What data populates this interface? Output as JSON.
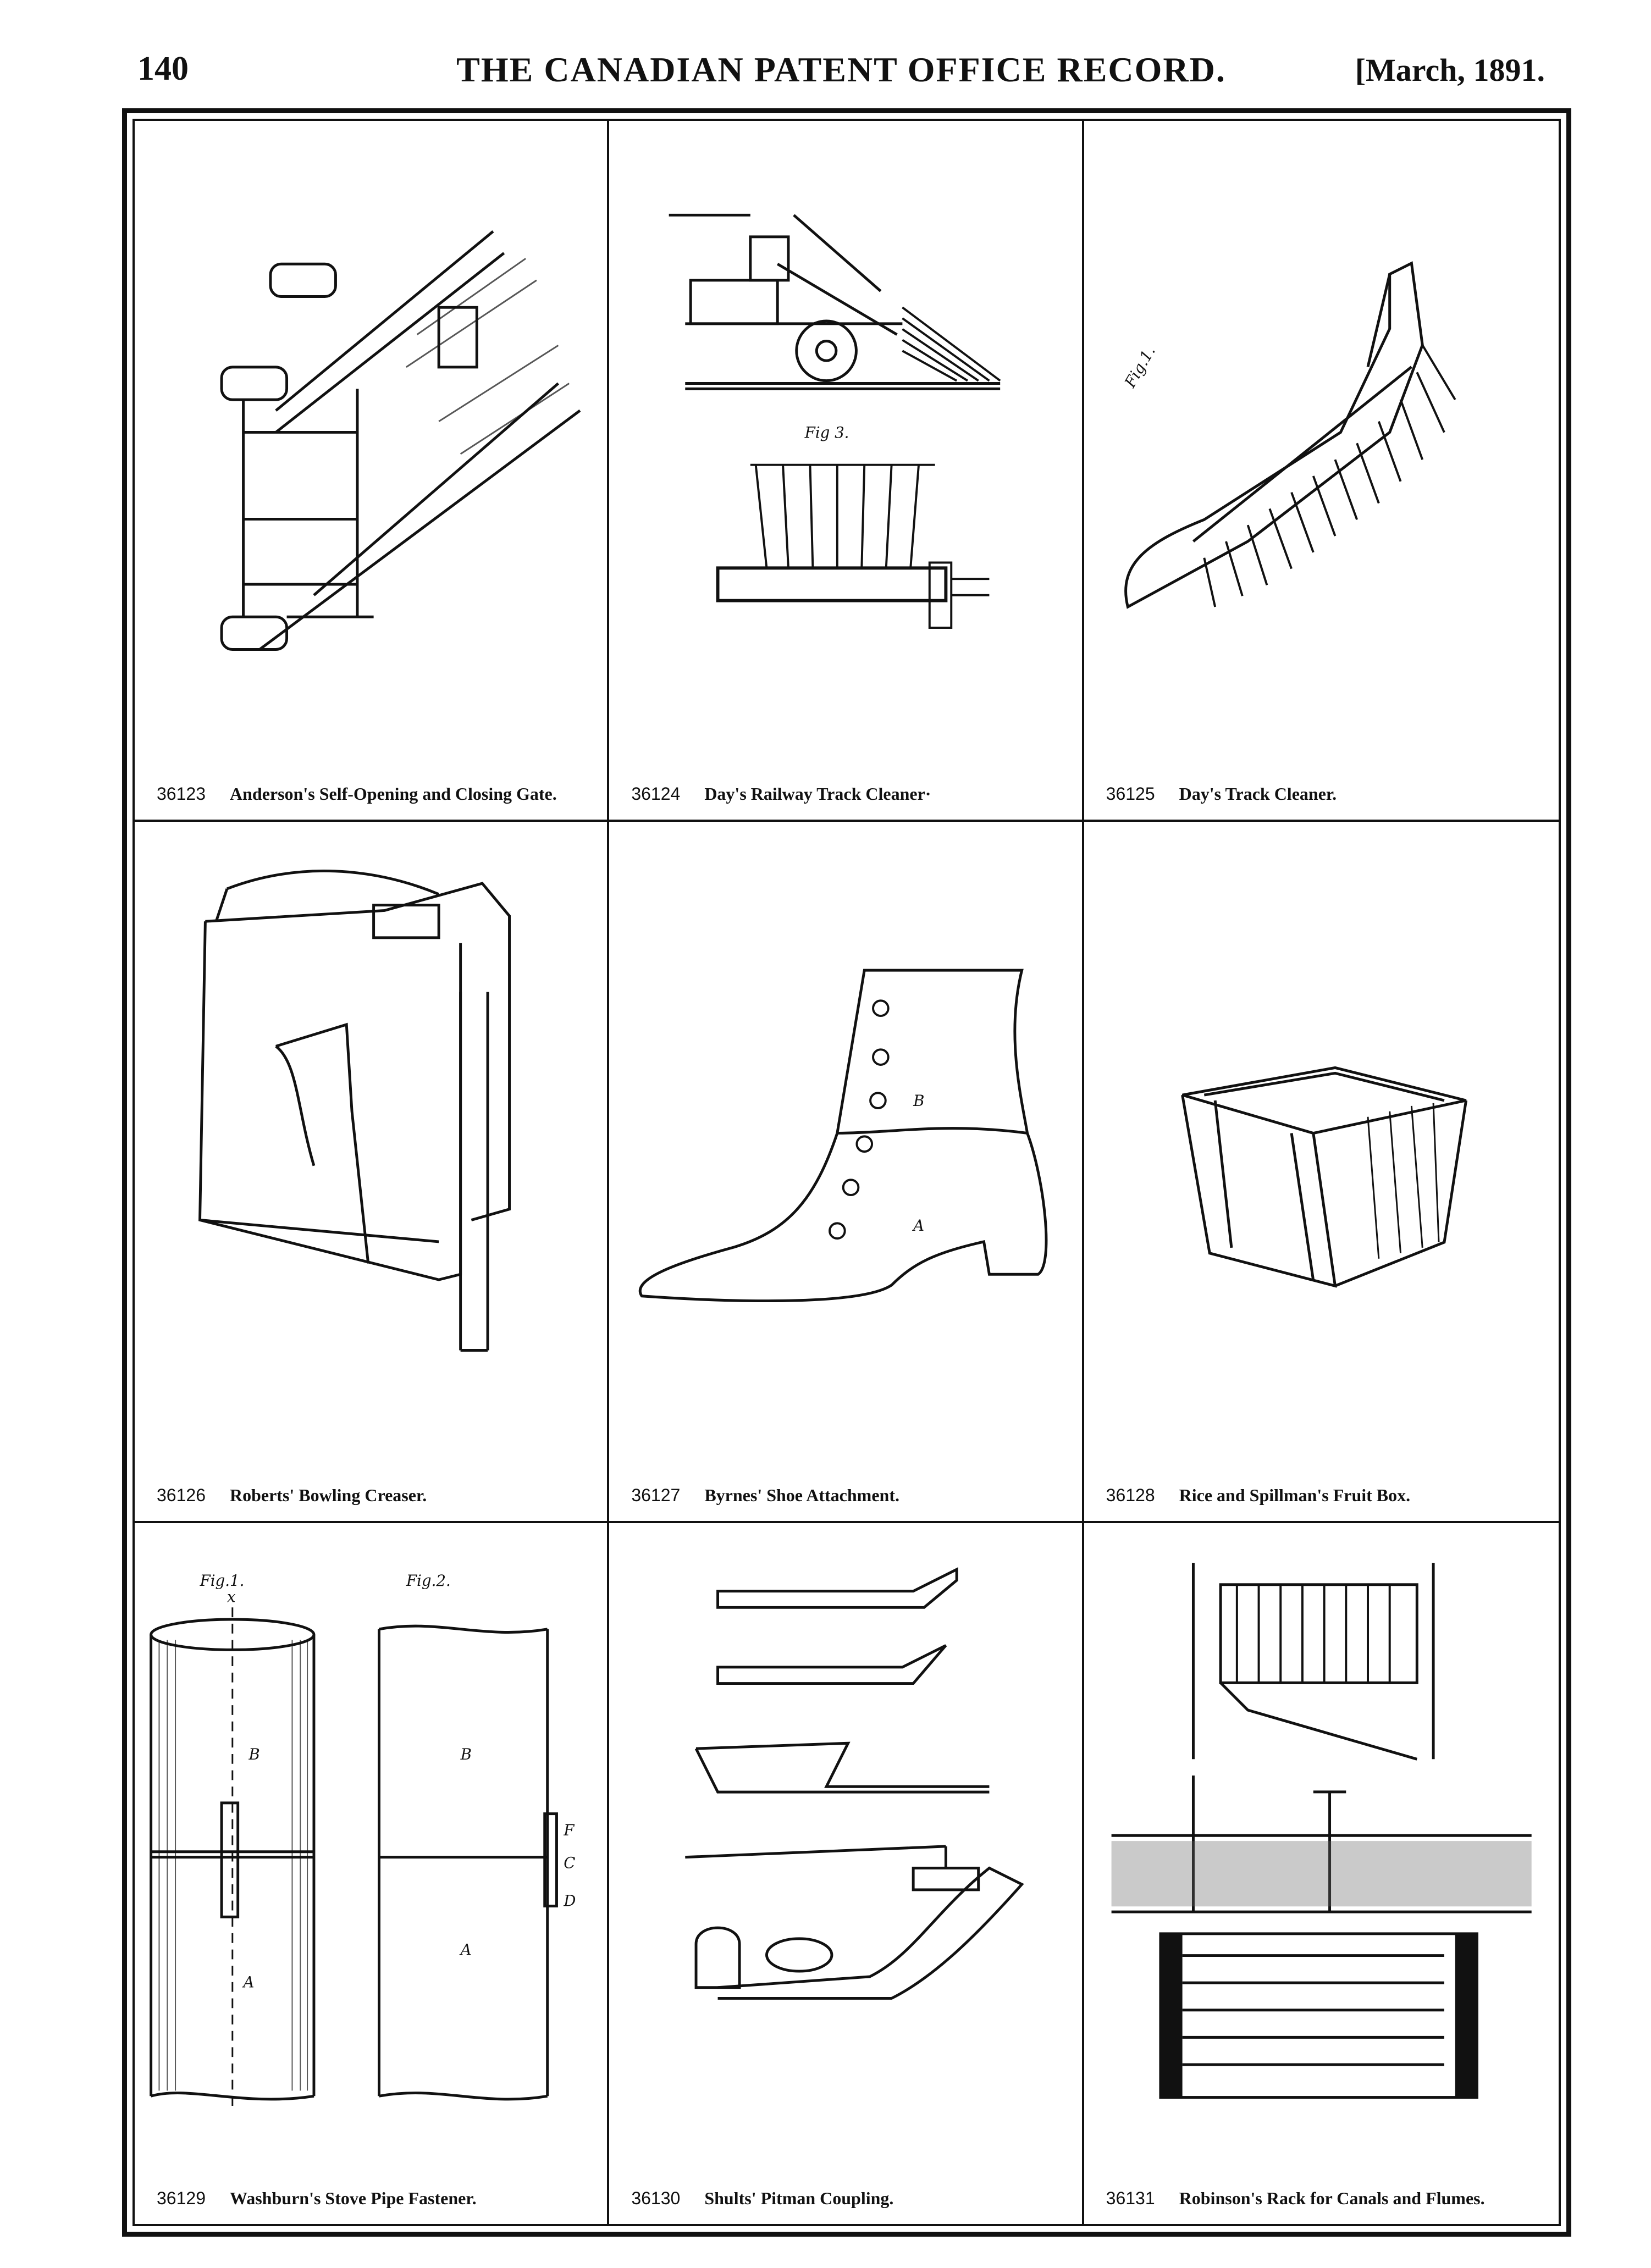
{
  "header": {
    "page_number": "140",
    "title": "THE CANADIAN PATENT OFFICE RECORD.",
    "date": "[March, 1891."
  },
  "patents": [
    {
      "number": "36123",
      "name": "Anderson's Self-Opening and Closing Gate."
    },
    {
      "number": "36124",
      "name": "Day's Railway Track Cleaner·"
    },
    {
      "number": "36125",
      "name": "Day's Track Cleaner."
    },
    {
      "number": "36126",
      "name": "Roberts' Bowling Creaser."
    },
    {
      "number": "36127",
      "name": "Byrnes' Shoe Attachment."
    },
    {
      "number": "36128",
      "name": "Rice and Spillman's Fruit Box."
    },
    {
      "number": "36129",
      "name": "Washburn's Stove Pipe Fastener."
    },
    {
      "number": "36130",
      "name": "Shults' Pitman Coupling."
    },
    {
      "number": "36131",
      "name": "Robinson's Rack for Canals and Flumes."
    }
  ],
  "figure_labels": {
    "fig1": "Fig.1.",
    "fig2": "Fig.2.",
    "fig3": "Fig 3.",
    "b_upper": "B",
    "a_upper": "A",
    "f_upper": "F",
    "c_upper": "C",
    "d_upper": "D",
    "x_lower": "x"
  },
  "icons": {
    "gate": "gate-drawing-icon",
    "track_cleaner": "railway-track-cleaner-drawing-icon",
    "brush": "track-brush-drawing-icon",
    "creaser": "bowling-creaser-drawing-icon",
    "shoe": "boot-drawing-icon",
    "box": "fruit-box-drawing-icon",
    "pipe": "stove-pipe-drawing-icon",
    "pitman": "pitman-coupling-drawing-icon",
    "rack": "canal-rack-drawing-icon"
  }
}
